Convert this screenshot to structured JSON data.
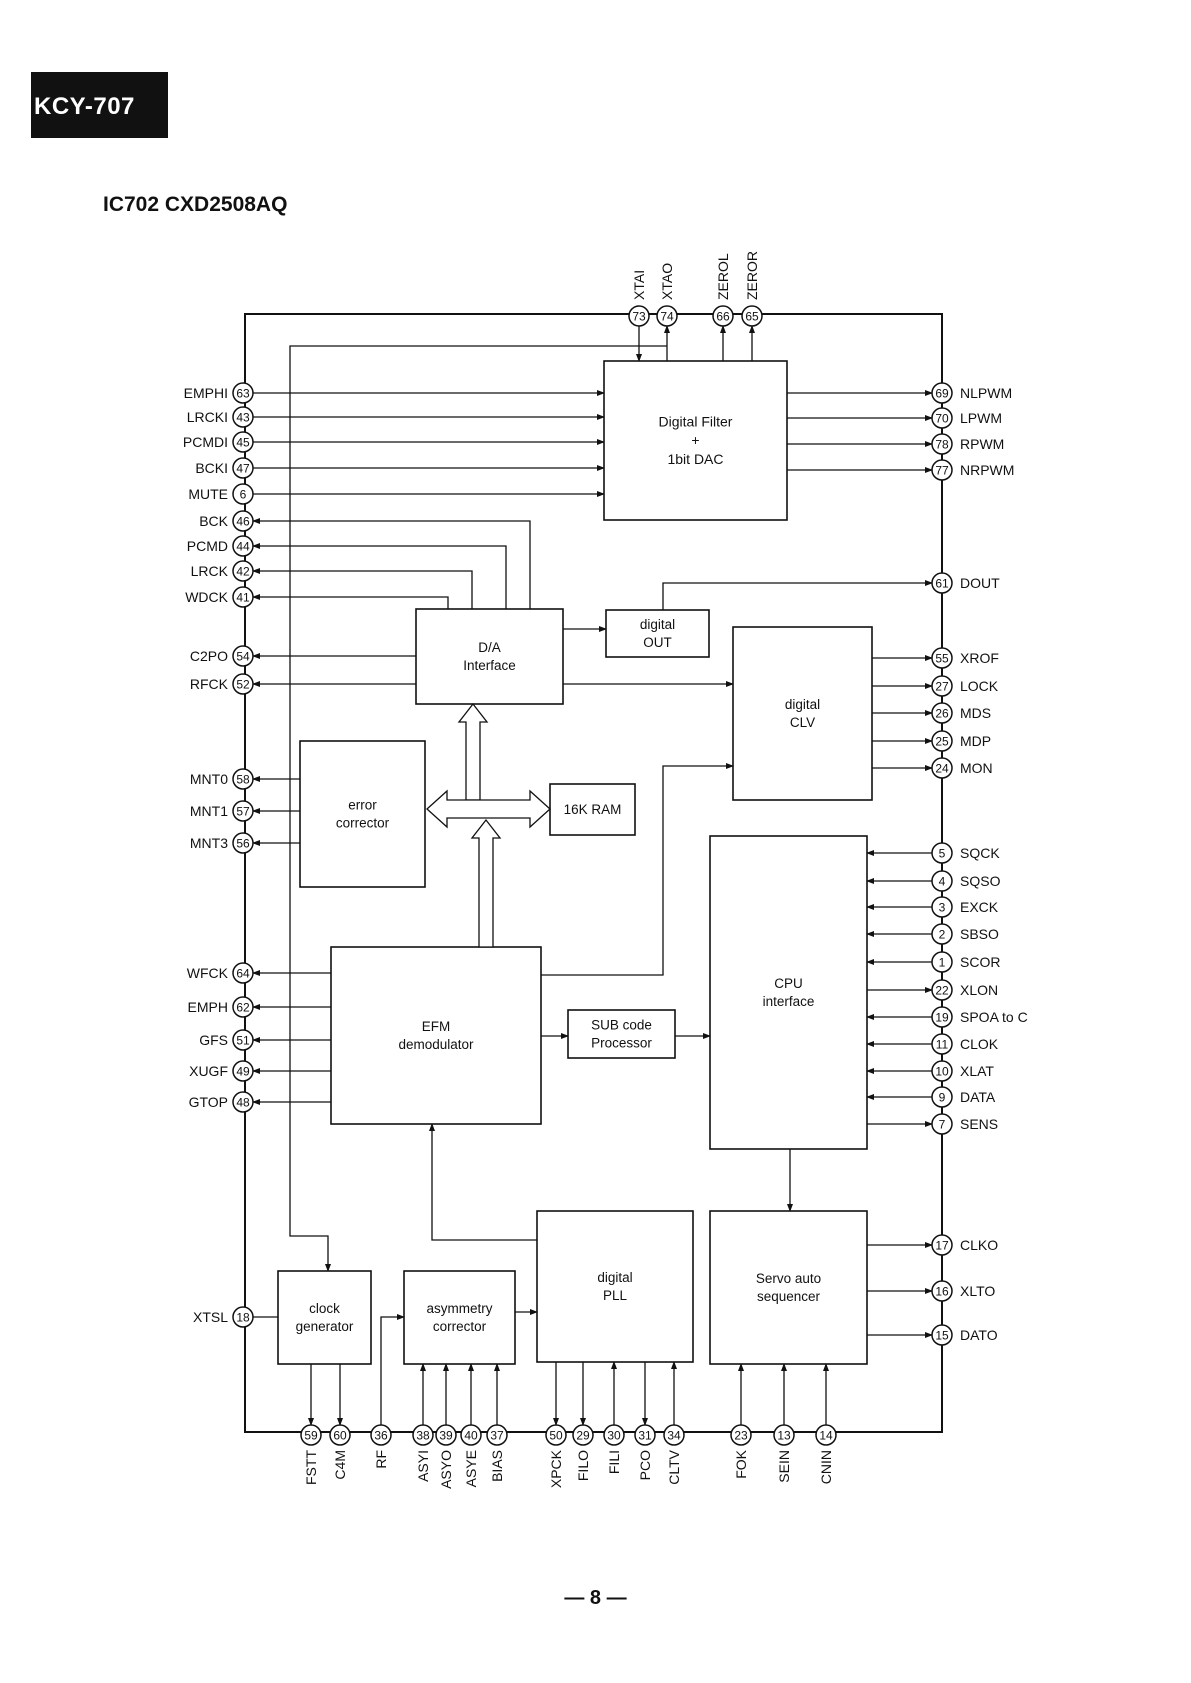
{
  "document": {
    "header_tag": "KCY-707",
    "title": "IC702  CXD2508AQ",
    "page_number": "— 8 —"
  },
  "blocks": [
    {
      "id": "dfilter",
      "lines": [
        "Digital Filter",
        "+",
        "1bit DAC"
      ]
    },
    {
      "id": "da",
      "lines": [
        "D/A",
        "Interface"
      ]
    },
    {
      "id": "dout",
      "lines": [
        "digital",
        "OUT"
      ]
    },
    {
      "id": "clv",
      "lines": [
        "digital",
        "CLV"
      ]
    },
    {
      "id": "err",
      "lines": [
        "error",
        "corrector"
      ]
    },
    {
      "id": "ram",
      "lines": [
        "16K RAM"
      ]
    },
    {
      "id": "cpu",
      "lines": [
        "CPU",
        "interface"
      ]
    },
    {
      "id": "efm",
      "lines": [
        "EFM",
        "demodulator"
      ]
    },
    {
      "id": "sub",
      "lines": [
        "SUB code",
        "Processor"
      ]
    },
    {
      "id": "pll",
      "lines": [
        "digital",
        "PLL"
      ]
    },
    {
      "id": "servo",
      "lines": [
        "Servo auto",
        "sequencer"
      ]
    },
    {
      "id": "clk",
      "lines": [
        "clock",
        "generator"
      ]
    },
    {
      "id": "asym",
      "lines": [
        "asymmetry",
        "corrector"
      ]
    }
  ],
  "pins": {
    "left": [
      {
        "num": "63",
        "name": "EMPHI"
      },
      {
        "num": "43",
        "name": "LRCKI"
      },
      {
        "num": "45",
        "name": "PCMDI"
      },
      {
        "num": "47",
        "name": "BCKI"
      },
      {
        "num": "6",
        "name": "MUTE"
      },
      {
        "num": "46",
        "name": "BCK"
      },
      {
        "num": "44",
        "name": "PCMD"
      },
      {
        "num": "42",
        "name": "LRCK"
      },
      {
        "num": "41",
        "name": "WDCK"
      },
      {
        "num": "54",
        "name": "C2PO"
      },
      {
        "num": "52",
        "name": "RFCK"
      },
      {
        "num": "58",
        "name": "MNT0"
      },
      {
        "num": "57",
        "name": "MNT1"
      },
      {
        "num": "56",
        "name": "MNT3"
      },
      {
        "num": "64",
        "name": "WFCK"
      },
      {
        "num": "62",
        "name": "EMPH"
      },
      {
        "num": "51",
        "name": "GFS"
      },
      {
        "num": "49",
        "name": "XUGF"
      },
      {
        "num": "48",
        "name": "GTOP"
      },
      {
        "num": "18",
        "name": "XTSL"
      }
    ],
    "right": [
      {
        "num": "69",
        "name": "NLPWM"
      },
      {
        "num": "70",
        "name": "LPWM"
      },
      {
        "num": "78",
        "name": "RPWM"
      },
      {
        "num": "77",
        "name": "NRPWM"
      },
      {
        "num": "61",
        "name": "DOUT"
      },
      {
        "num": "55",
        "name": "XROF"
      },
      {
        "num": "27",
        "name": "LOCK"
      },
      {
        "num": "26",
        "name": "MDS"
      },
      {
        "num": "25",
        "name": "MDP"
      },
      {
        "num": "24",
        "name": "MON"
      },
      {
        "num": "5",
        "name": "SQCK"
      },
      {
        "num": "4",
        "name": "SQSO"
      },
      {
        "num": "3",
        "name": "EXCK"
      },
      {
        "num": "2",
        "name": "SBSO"
      },
      {
        "num": "1",
        "name": "SCOR"
      },
      {
        "num": "22",
        "name": "XLON"
      },
      {
        "num": "19",
        "name": "SPOA to C"
      },
      {
        "num": "11",
        "name": "CLOK"
      },
      {
        "num": "10",
        "name": "XLAT"
      },
      {
        "num": "9",
        "name": "DATA"
      },
      {
        "num": "7",
        "name": "SENS"
      },
      {
        "num": "17",
        "name": "CLKO"
      },
      {
        "num": "16",
        "name": "XLTO"
      },
      {
        "num": "15",
        "name": "DATO"
      }
    ],
    "top": [
      {
        "num": "73",
        "name": "XTAI"
      },
      {
        "num": "74",
        "name": "XTAO"
      },
      {
        "num": "66",
        "name": "ZEROL"
      },
      {
        "num": "65",
        "name": "ZEROR"
      }
    ],
    "bottom": [
      {
        "num": "59",
        "name": "FSTT"
      },
      {
        "num": "60",
        "name": "C4M"
      },
      {
        "num": "36",
        "name": "RF"
      },
      {
        "num": "38",
        "name": "ASYI"
      },
      {
        "num": "39",
        "name": "ASYO"
      },
      {
        "num": "40",
        "name": "ASYE"
      },
      {
        "num": "37",
        "name": "BIAS"
      },
      {
        "num": "50",
        "name": "XPCK"
      },
      {
        "num": "29",
        "name": "FILO"
      },
      {
        "num": "30",
        "name": "FILI"
      },
      {
        "num": "31",
        "name": "PCO"
      },
      {
        "num": "34",
        "name": "CLTV"
      },
      {
        "num": "23",
        "name": "FOK"
      },
      {
        "num": "13",
        "name": "SEIN"
      },
      {
        "num": "14",
        "name": "CNIN"
      }
    ]
  }
}
